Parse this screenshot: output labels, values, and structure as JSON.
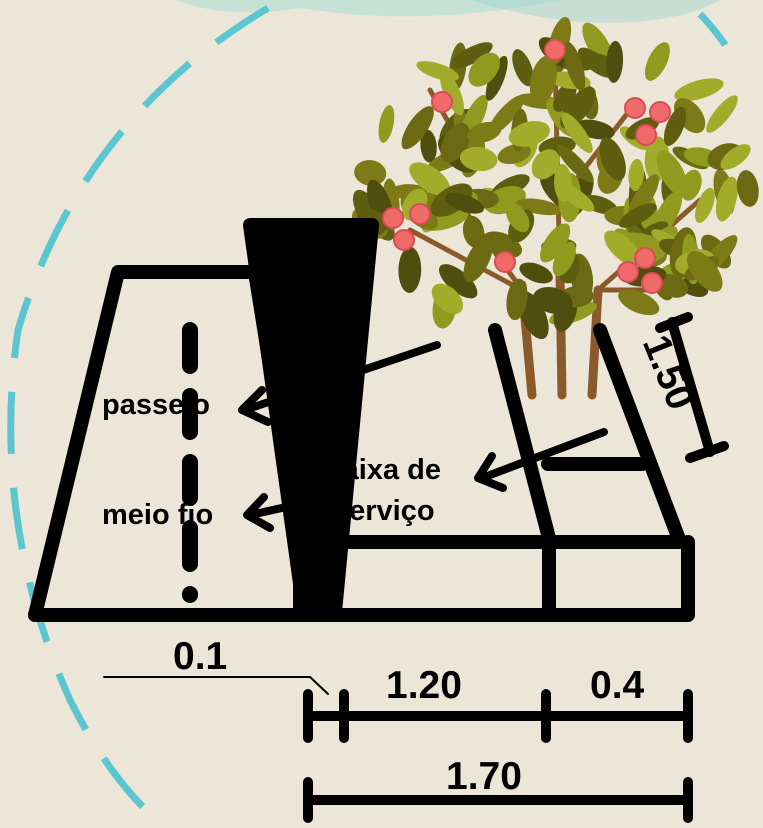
{
  "labels": {
    "sidewalk": "passeio",
    "curb": "meio fio",
    "service_strip_line1": "faixa de",
    "service_strip_line2": "serviço"
  },
  "dimensions": {
    "curb_width": "0.1",
    "strip_width": "1.20",
    "pit_width": "0.4",
    "total_width": "1.70",
    "pit_length": "1.50"
  },
  "colors": {
    "background": "#ece6d9",
    "accent_dashes": "#5cc6d0",
    "outline": "#000000",
    "foliage": "#6b6a12",
    "trunk": "#8b5a2b",
    "fruit": "#f06a6a"
  }
}
